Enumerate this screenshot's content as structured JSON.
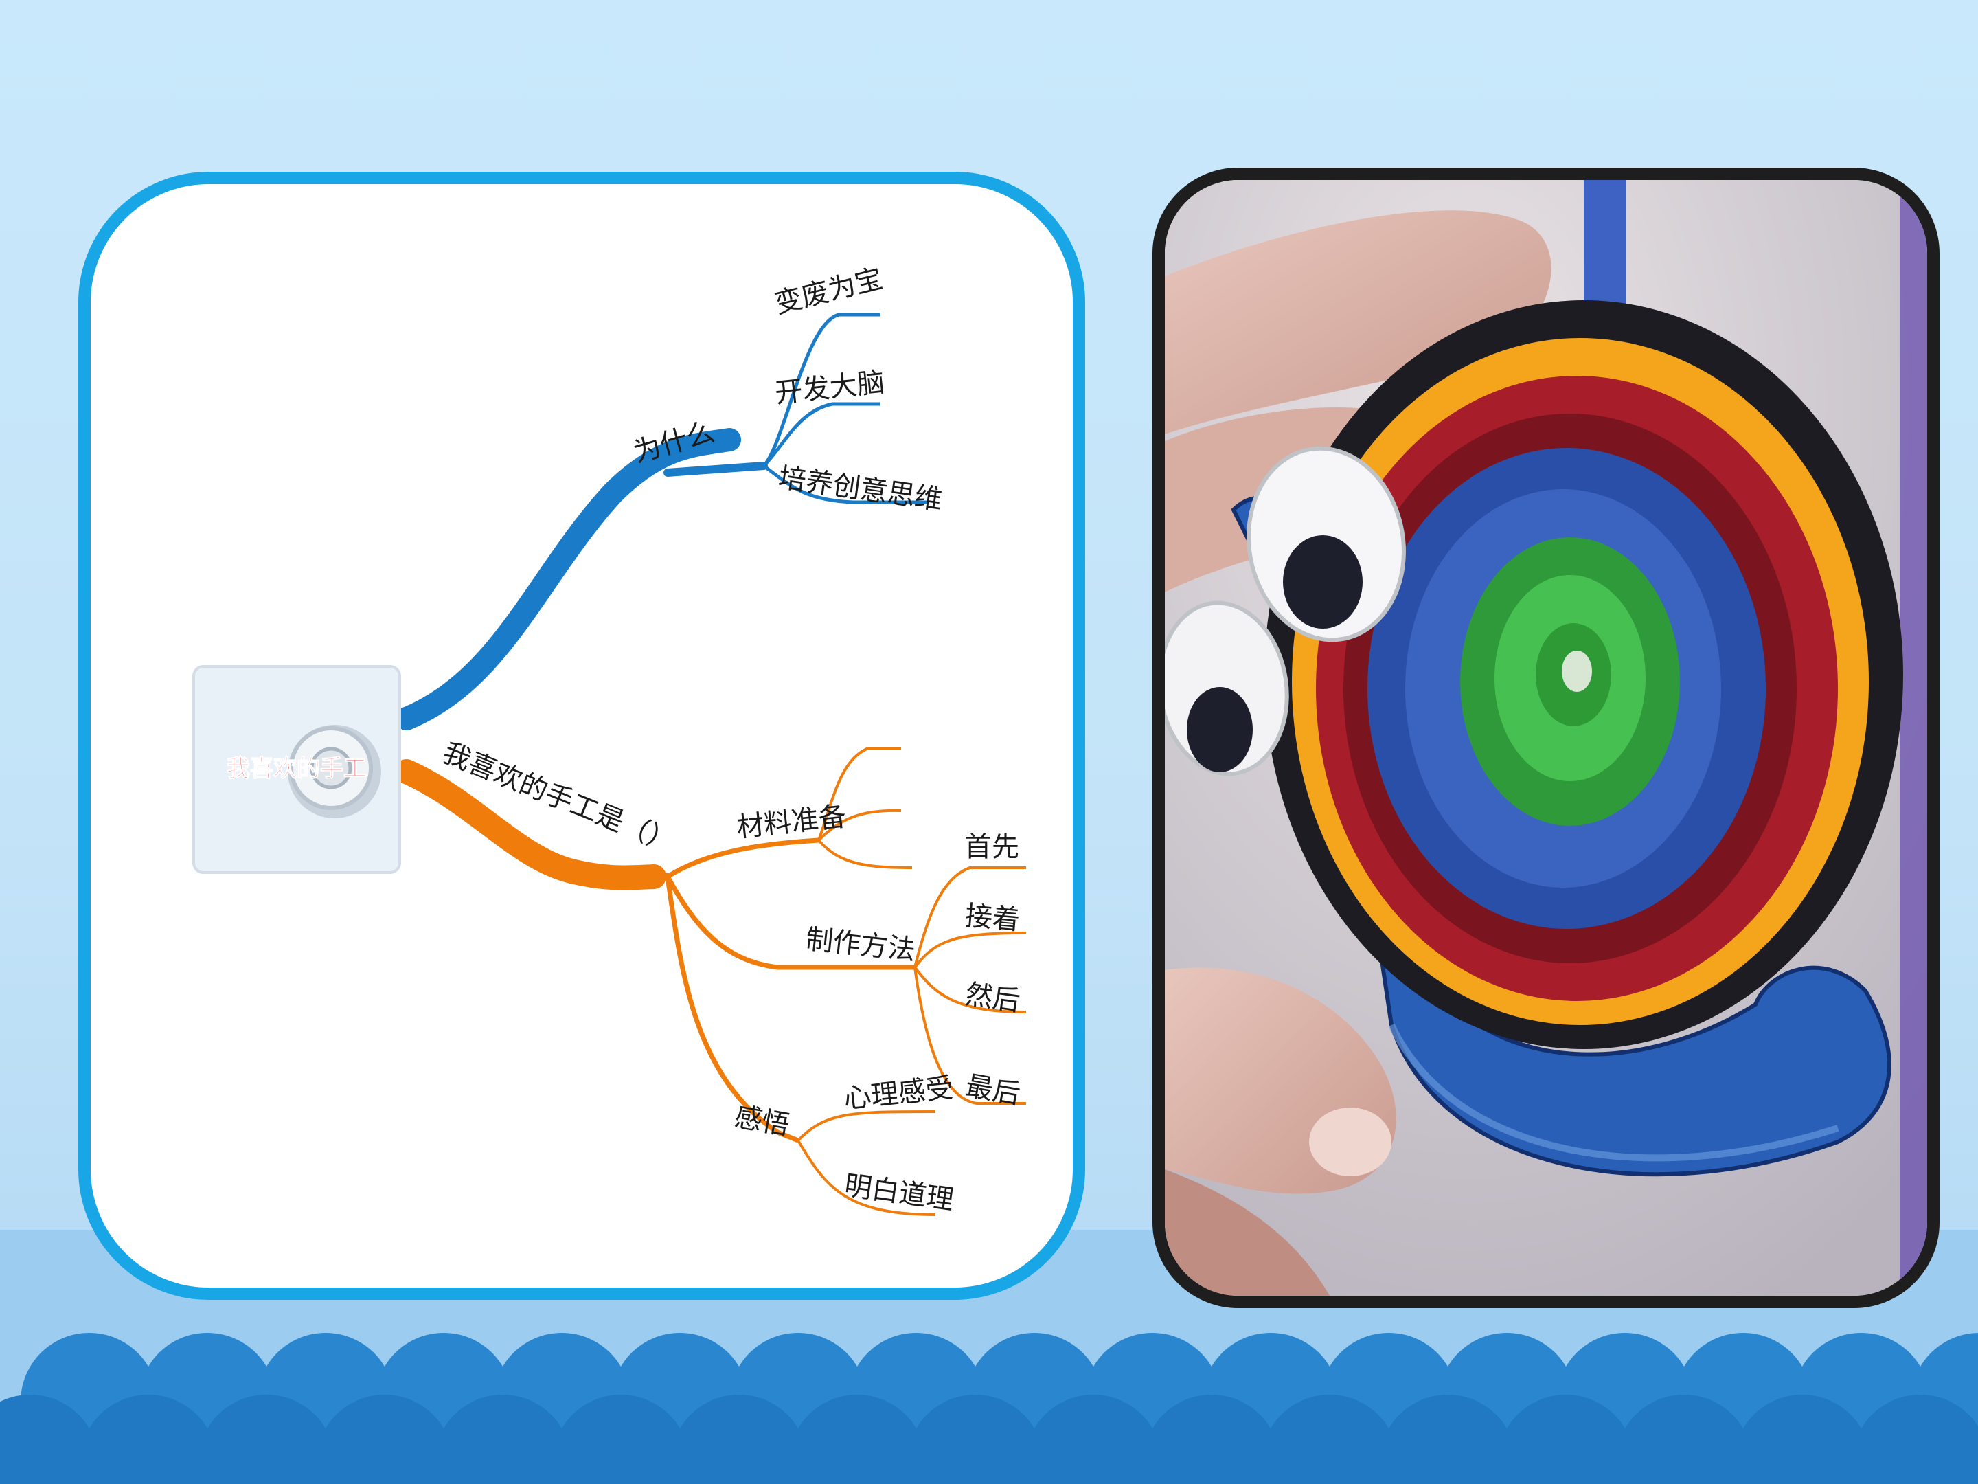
{
  "mindmap": {
    "center": "我喜欢的手工",
    "why": {
      "label": "为什么",
      "children": [
        "变废为宝",
        "开发大脑",
        "培养创意思维"
      ]
    },
    "craft": {
      "label": "我喜欢的手工是（）",
      "materials": "材料准备",
      "method": {
        "label": "制作方法",
        "steps": [
          "首先",
          "接着",
          "然后",
          "最后"
        ]
      },
      "insight": {
        "label": "感悟",
        "children": [
          "心理感受",
          "明白道理"
        ]
      }
    }
  },
  "colors": {
    "blue_branch": "#1a7cc8",
    "orange_branch": "#f07c0c",
    "center_text": "#e8141c",
    "card_border": "#19a6e6",
    "photo_border": "#1e1e1e"
  }
}
